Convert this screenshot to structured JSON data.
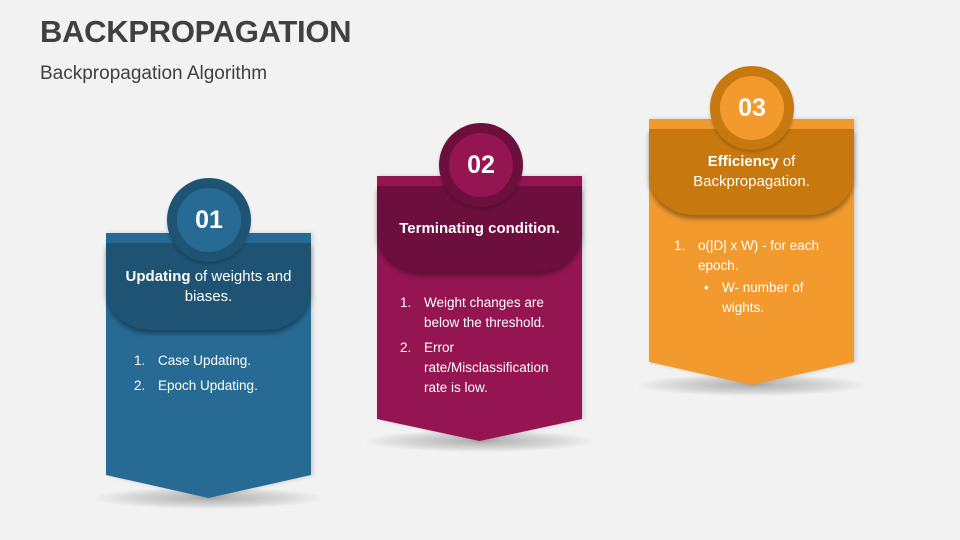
{
  "slide": {
    "title": "BACKPROPAGATION",
    "subtitle": "Backpropagation Algorithm"
  },
  "colors": {
    "background": "#f2f2f2",
    "blue": "#276b94",
    "blue_dark": "#1e5373",
    "magenta": "#941552",
    "magenta_dark": "#6c0f3d",
    "orange": "#f29a2e",
    "orange_dark": "#c7780e"
  },
  "cards": [
    {
      "number": "01",
      "heading_bold": "Updating",
      "heading_rest": " of weights and biases.",
      "items": [
        {
          "marker": "1.",
          "text": "Case Updating."
        },
        {
          "marker": "2.",
          "text": "Epoch Updating."
        }
      ]
    },
    {
      "number": "02",
      "heading_bold": "Terminating condition.",
      "heading_rest": "",
      "items": [
        {
          "marker": "1.",
          "text": "Weight changes are below the threshold."
        },
        {
          "marker": "2.",
          "text": "Error rate/Misclassification rate is low."
        }
      ]
    },
    {
      "number": "03",
      "heading_bold": "Efficiency",
      "heading_rest": " of Backpropagation.",
      "items": [
        {
          "marker": "1.",
          "text": "o(|D| x W) - for each epoch."
        }
      ],
      "subitems": [
        {
          "marker": "•",
          "text": "W- number of wights."
        }
      ]
    }
  ]
}
